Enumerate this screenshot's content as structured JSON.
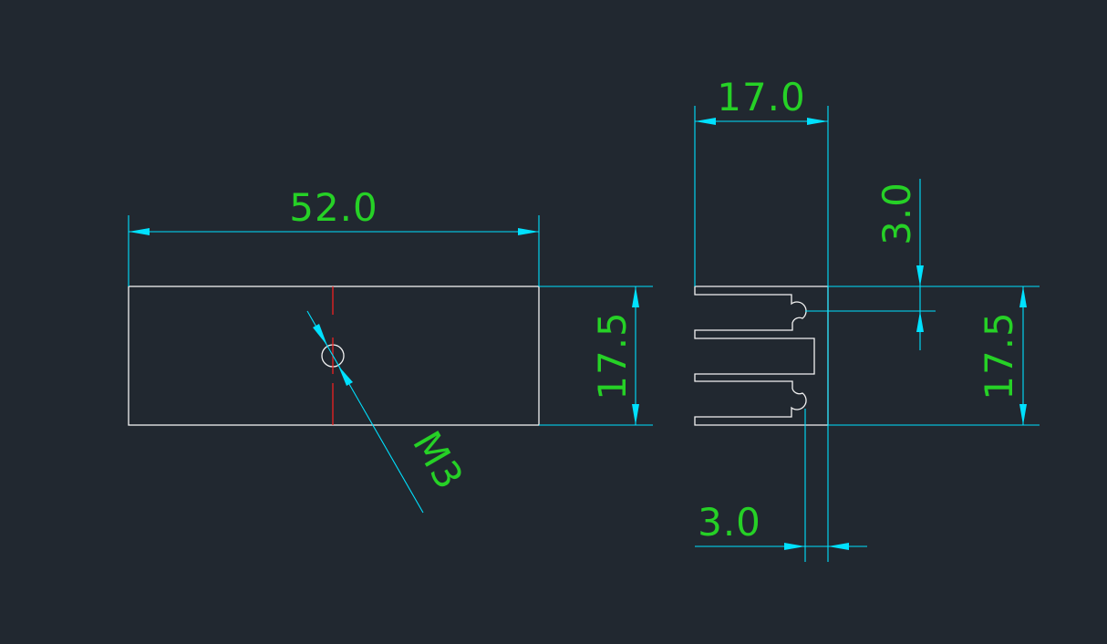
{
  "drawing": {
    "background_color": "#212830",
    "geometry_color": "#f2f2f2",
    "dimension_color": "#00e1ff",
    "dimension_text_color": "#26d126",
    "centerline_color": "#ff2020"
  },
  "front_view": {
    "width_dim": "52.0",
    "height_dim": "17.5",
    "hole_callout": "M3"
  },
  "side_view": {
    "width_dim": "17.0",
    "slot_height_dim": "3.0",
    "height_dim": "17.5",
    "wall_dim": "3.0"
  }
}
